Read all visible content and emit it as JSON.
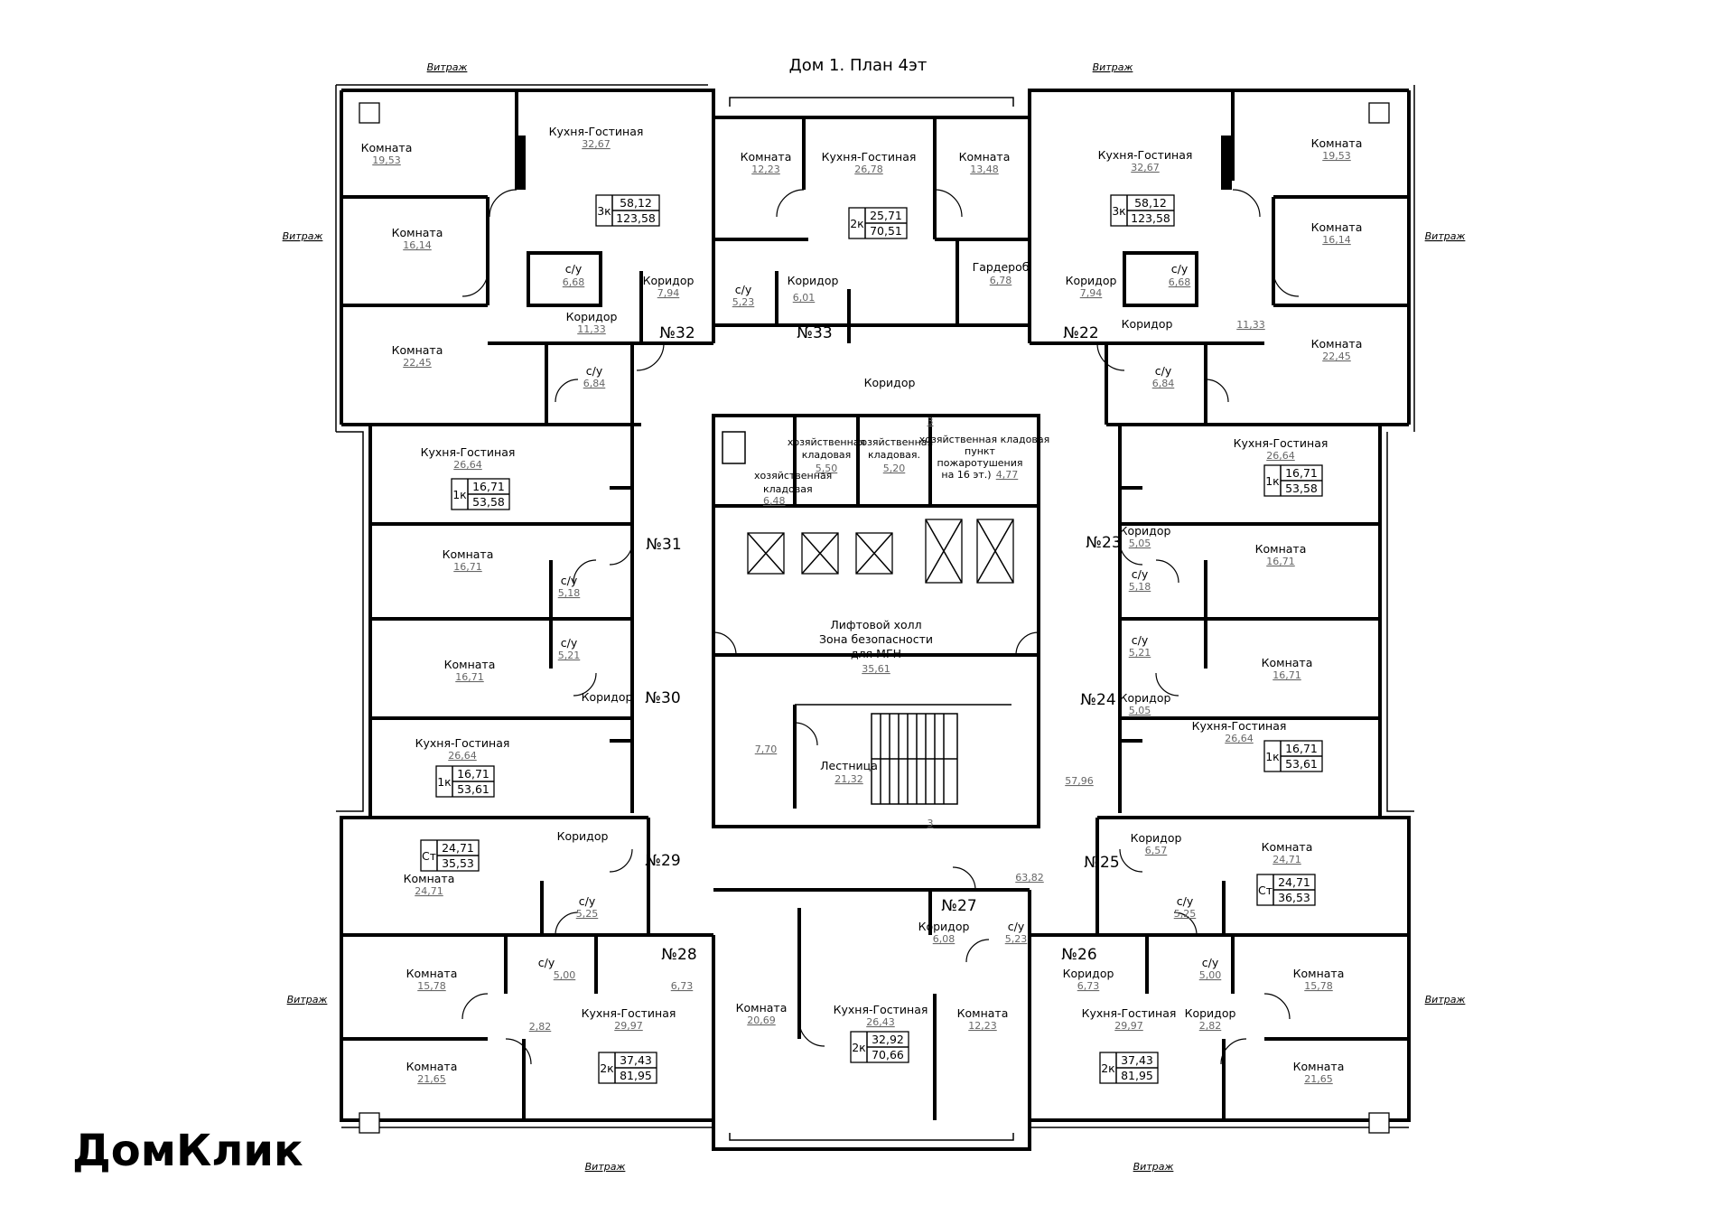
{
  "title": "Дом 1. План 4эт",
  "watermark": "ДомКлик",
  "vitrazh": "Витраж",
  "labels": {
    "komnata": "Комната",
    "kuhnya": "Кухня-Гостиная",
    "koridor": "Коридор",
    "su": "с/у",
    "garderob": "Гардероб",
    "hoz": "хозяйственная",
    "kladovaya": "кладовая",
    "kladovaya_dot": "кладовая.",
    "hoz_klad": "хозяйственная кладовая",
    "punkt": "пункт",
    "pozhar": "пожаротушения",
    "na16": "на 16 эт.)",
    "lift1": "Лифтовой холл",
    "lift2": "Зона безопасности",
    "lift3": "для МГН",
    "lestnica": "Лестница"
  },
  "apartments": {
    "n22": "№22",
    "n23": "№23",
    "n24": "№24",
    "n25": "№25",
    "n26": "№26",
    "n27": "№27",
    "n28": "№28",
    "n29": "№29",
    "n30": "№30",
    "n31": "№31",
    "n32": "№32",
    "n33": "№33"
  },
  "areas": {
    "a1953": "19,53",
    "a3267": "32,67",
    "a1614": "16,14",
    "a668": "6,68",
    "a794": "7,94",
    "a1133": "11,33",
    "a2245": "22,45",
    "a684": "6,84",
    "a1223": "12,23",
    "a2678": "26,78",
    "a1348": "13,48",
    "a523": "5,23",
    "a601": "6,01",
    "a678": "6,78",
    "a2664": "26,64",
    "a1671": "16,71",
    "a518": "5,18",
    "a521": "5,21",
    "a505": "5,05",
    "a648": "6,48",
    "a550": "5,50",
    "a520": "5,20",
    "a477": "4,77",
    "a3561": "35,61",
    "a770": "7,70",
    "a2132": "21,32",
    "a5796": "57,96",
    "a2471": "24,71",
    "a525": "5,25",
    "a657": "6,57",
    "a6382": "63,82",
    "a608": "6,08",
    "a1578": "15,78",
    "a500": "5,00",
    "a282": "2,82",
    "a2997": "29,97",
    "a673": "6,73",
    "a2165": "21,65",
    "a2069": "20,69",
    "a2643": "26,43",
    "three": "3"
  },
  "badges": {
    "b32": {
      "type": "3к",
      "living": "58,12",
      "total": "123,58"
    },
    "b22": {
      "type": "3к",
      "living": "58,12",
      "total": "123,58"
    },
    "b33": {
      "type": "2к",
      "living": "25,71",
      "total": "70,51"
    },
    "b31": {
      "type": "1к",
      "living": "16,71",
      "total": "53,58"
    },
    "b23": {
      "type": "1к",
      "living": "16,71",
      "total": "53,58"
    },
    "b30": {
      "type": "1к",
      "living": "16,71",
      "total": "53,61"
    },
    "b24": {
      "type": "1к",
      "living": "16,71",
      "total": "53,61"
    },
    "b29": {
      "type": "Ст",
      "living": "24,71",
      "total": "35,53"
    },
    "b25": {
      "type": "Ст",
      "living": "24,71",
      "total": "36,53"
    },
    "b28": {
      "type": "2к",
      "living": "37,43",
      "total": "81,95"
    },
    "b26": {
      "type": "2к",
      "living": "37,43",
      "total": "81,95"
    },
    "b27": {
      "type": "2к",
      "living": "32,92",
      "total": "70,66"
    }
  }
}
